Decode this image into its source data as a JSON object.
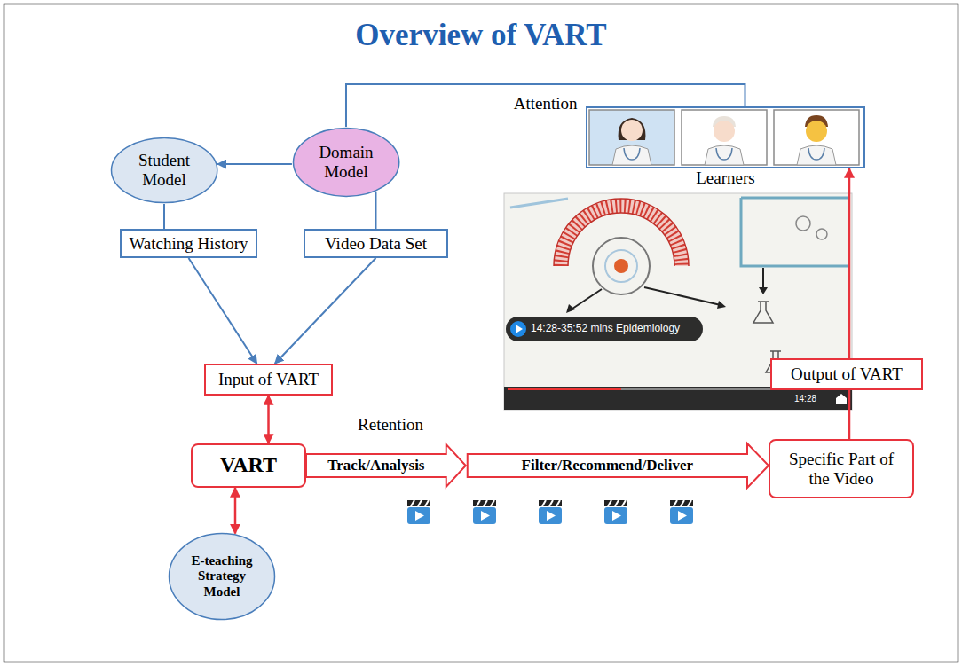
{
  "diagram": {
    "title": "Overview of VART",
    "nodes": [
      {
        "text": [
          "Student Model"
        ]
      },
      {
        "text": [
          "Domain Model"
        ]
      },
      {
        "text": [
          "Learners"
        ]
      },
      {
        "text": [
          "Watching History"
        ]
      },
      {
        "text": [
          "Video Data Set"
        ]
      },
      {
        "text": [
          "Input of VART"
        ]
      },
      {
        "text": [
          "Output of VART"
        ]
      },
      {
        "text": [
          "VART"
        ]
      },
      {
        "text": [
          "Specific Part of the Video"
        ]
      },
      {
        "text": [
          "E-teaching Strategy Model"
        ]
      }
    ],
    "edges": [
      {
        "from": 1,
        "to": 0,
        "arrow": "to"
      },
      {
        "from": 1,
        "to": 2,
        "label": "Attention",
        "arrow": "none"
      },
      {
        "from": 0,
        "to": 3,
        "arrow": "none"
      },
      {
        "from": 1,
        "to": 4,
        "arrow": "none"
      },
      {
        "from": 3,
        "to": 5,
        "arrow": "to"
      },
      {
        "from": 4,
        "to": 5,
        "arrow": "to"
      },
      {
        "from": 5,
        "to": 7,
        "arrow": "both"
      },
      {
        "from": 7,
        "to": 9,
        "arrow": "both"
      },
      {
        "from": 7,
        "to": 8,
        "label": "Track/Analysis",
        "arrow": "to"
      },
      {
        "from": 8,
        "to": 6,
        "arrow": "none"
      },
      {
        "from": 6,
        "to": 2,
        "arrow": "to"
      }
    ],
    "labels": [
      "Retention",
      "Filter/Recommend/Deliver",
      "14:28-35:52 mins Epidemiology",
      "14:28"
    ]
  }
}
